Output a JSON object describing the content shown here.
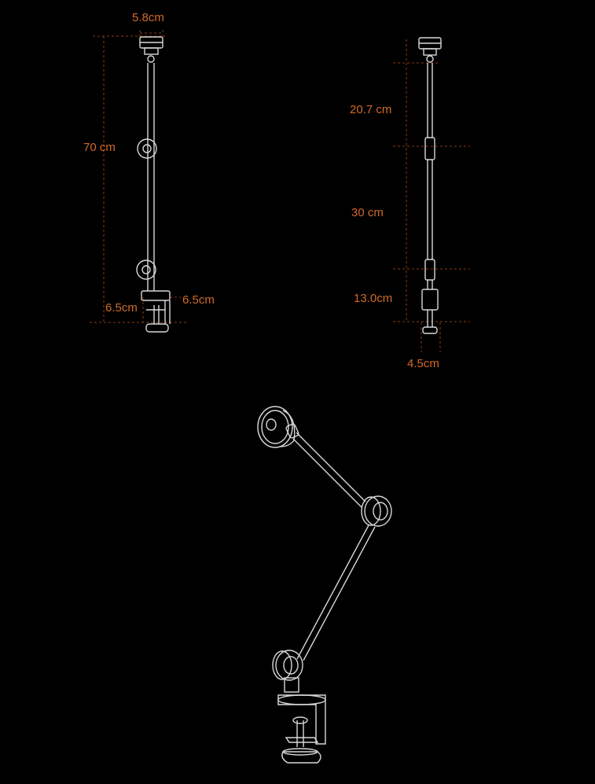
{
  "accent_color": "#d26a28",
  "line_color": "#d8d8d8",
  "background": "#000000",
  "front_view": {
    "top_width": "5.8cm",
    "total_height": "70 cm",
    "clamp_height": "6.5cm",
    "clamp_depth": "6.5cm"
  },
  "side_view": {
    "upper_arm": "20.7 cm",
    "middle_arm": "30 cm",
    "lower_section": "13.0cm",
    "base_width": "4.5cm"
  }
}
